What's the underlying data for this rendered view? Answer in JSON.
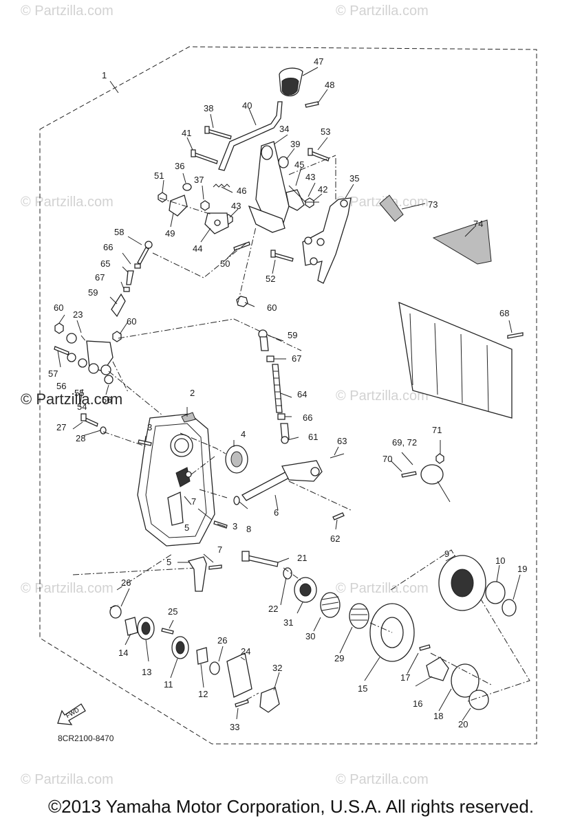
{
  "watermarks": [
    "© Partzilla.com"
  ],
  "watermark_prominent": "© Partzilla.com",
  "diagram_code": "8CR2100-8470",
  "fwd_label": "FWD",
  "copyright": "©2013 Yamaha Motor Corporation, U.S.A. All rights reserved.",
  "callouts": [
    "1",
    "2",
    "3",
    "3",
    "4",
    "5",
    "5",
    "6",
    "7",
    "7",
    "8",
    "9",
    "10",
    "11",
    "12",
    "13",
    "14",
    "15",
    "16",
    "17",
    "18",
    "19",
    "20",
    "21",
    "22",
    "23",
    "24",
    "25",
    "26",
    "26",
    "27",
    "28",
    "29",
    "30",
    "31",
    "32",
    "33",
    "34",
    "35",
    "36",
    "37",
    "38",
    "39",
    "40",
    "41",
    "42",
    "43",
    "43",
    "44",
    "45",
    "46",
    "47",
    "48",
    "49",
    "50",
    "51",
    "52",
    "53",
    "54",
    "55",
    "56",
    "56",
    "57",
    "58",
    "59",
    "59",
    "60",
    "60",
    "60",
    "61",
    "62",
    "63",
    "64",
    "65",
    "66",
    "66",
    "67",
    "67",
    "68",
    "69, 72",
    "70",
    "71",
    "73",
    "74"
  ]
}
